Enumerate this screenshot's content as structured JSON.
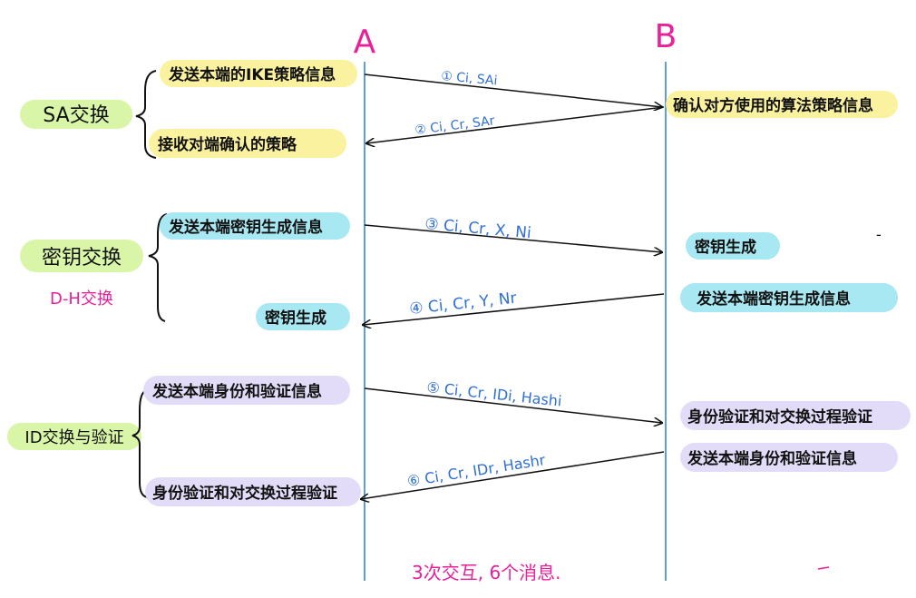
{
  "participants": {
    "a": "A",
    "b": "B"
  },
  "colors": {
    "line": "#2a7fd0",
    "arrow": "#111111",
    "msg_text": "#2f6fd6",
    "accent": "#e8209a",
    "sa_section": "#d8f5a8",
    "yellow": "#fbf2a0",
    "cyan": "#a8e8f2",
    "purple": "#e2dcf8"
  },
  "sections": {
    "sa": {
      "label": "SA交换",
      "a_send": "发送本端的IKE策略信息",
      "b_confirm": "确认对方使用的算法策略信息",
      "a_receive": "接收对端确认的策略",
      "msg1": "① Ci, SAi",
      "msg2": "② Ci, Cr, SAr"
    },
    "key": {
      "label": "密钥交换",
      "sublabel": "D-H交换",
      "a_send": "发送本端密钥生成信息",
      "b_generate": "密钥生成",
      "b_send": "发送本端密钥生成信息",
      "a_generate": "密钥生成",
      "msg3": "③ Ci, Cr, X, Ni",
      "msg4": "④ Ci, Cr, Y, Nr"
    },
    "id": {
      "label": "ID交换与验证",
      "a_send": "发送本端身份和验证信息",
      "b_verify": "身份验证和对交换过程验证",
      "b_send": "发送本端身份和验证信息",
      "a_verify": "身份验证和对交换过程验证",
      "msg5": "⑤ Ci, Cr, IDi, Hashi",
      "msg6": "⑥ Ci, Cr, IDr, Hashr"
    }
  },
  "footer": "3次交互, 6个消息."
}
